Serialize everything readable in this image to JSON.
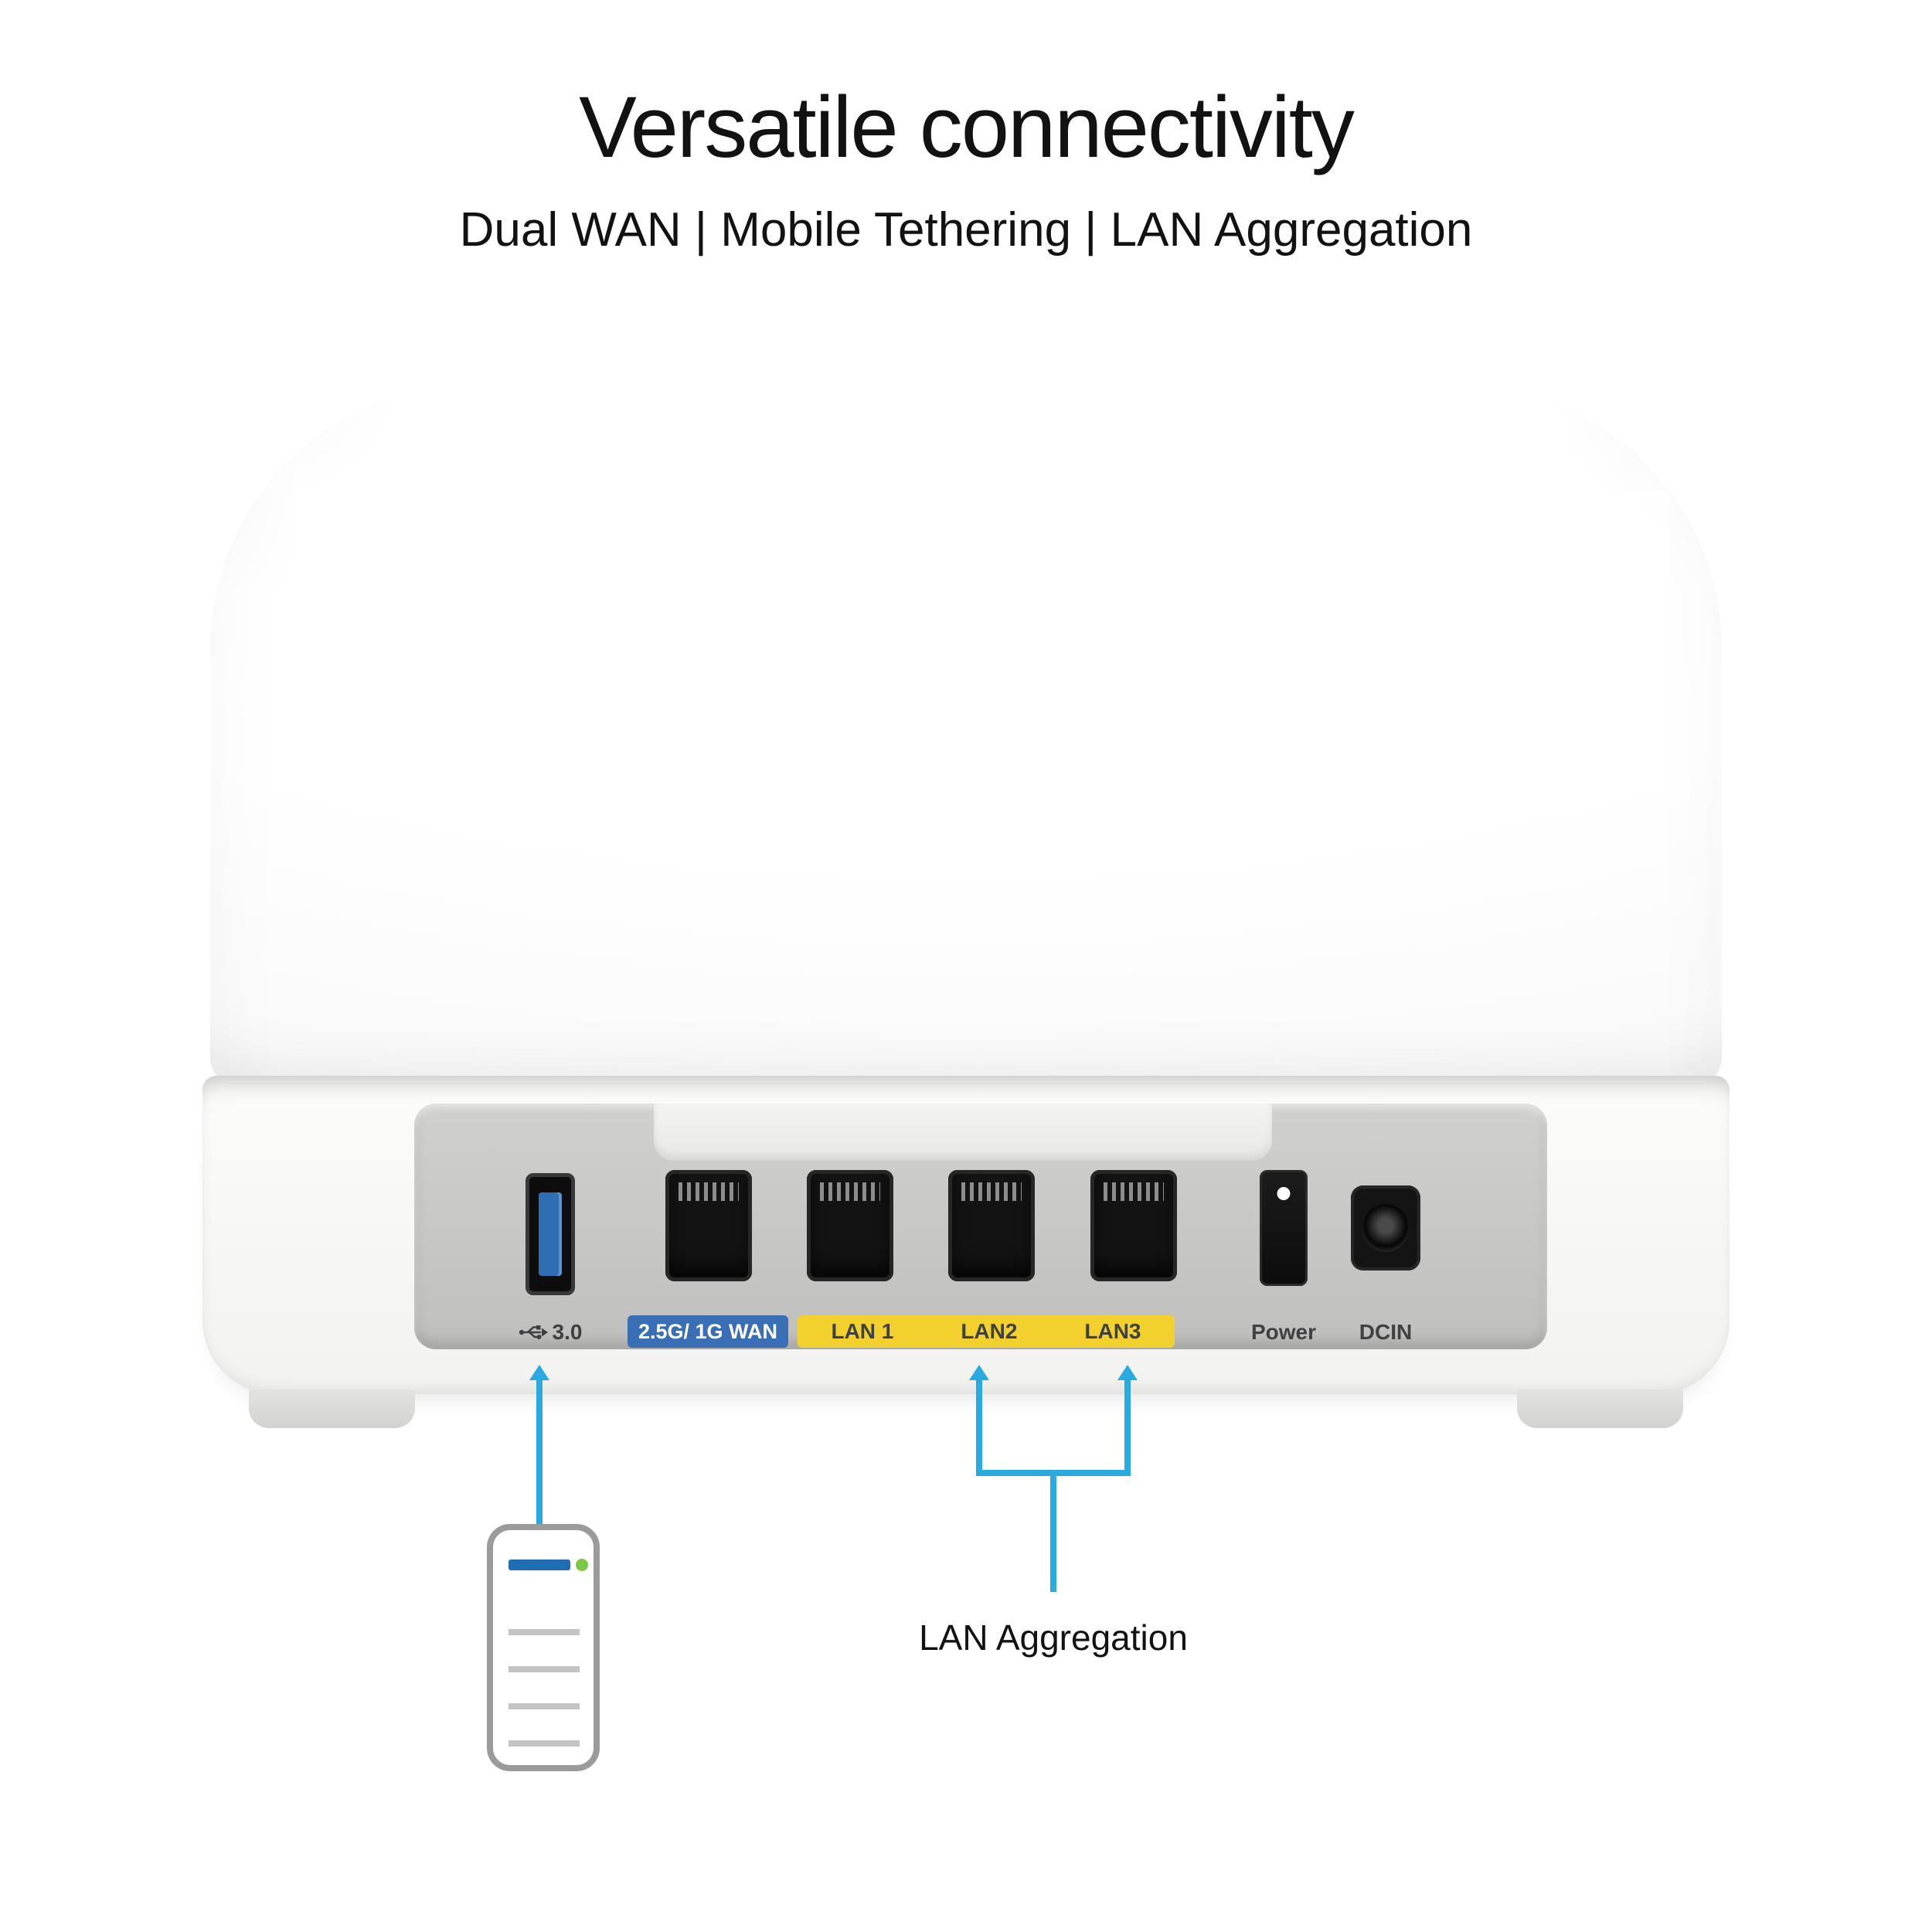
{
  "header": {
    "title": "Versatile connectivity",
    "subtitle": "Dual WAN | Mobile Tethering | LAN Aggregation"
  },
  "panel": {
    "usb_label": "3.0",
    "wan_label": "2.5G/ 1G WAN",
    "lan1_label": "LAN 1",
    "lan2_label": "LAN2",
    "lan3_label": "LAN3",
    "power_label": "Power",
    "dcin_label": "DCIN"
  },
  "callouts": {
    "lan_aggregation_label": "LAN Aggregation"
  },
  "icons": {
    "usb": "usb-3-icon",
    "smartphone": "smartphone-icon"
  },
  "colors": {
    "callout_cyan": "#29abe2",
    "wan_badge_blue": "#3a6fb5",
    "lan_badge_yellow": "#f2d12e",
    "phone_screen_blue": "#1f6eb4",
    "phone_status_green": "#7ac943"
  }
}
